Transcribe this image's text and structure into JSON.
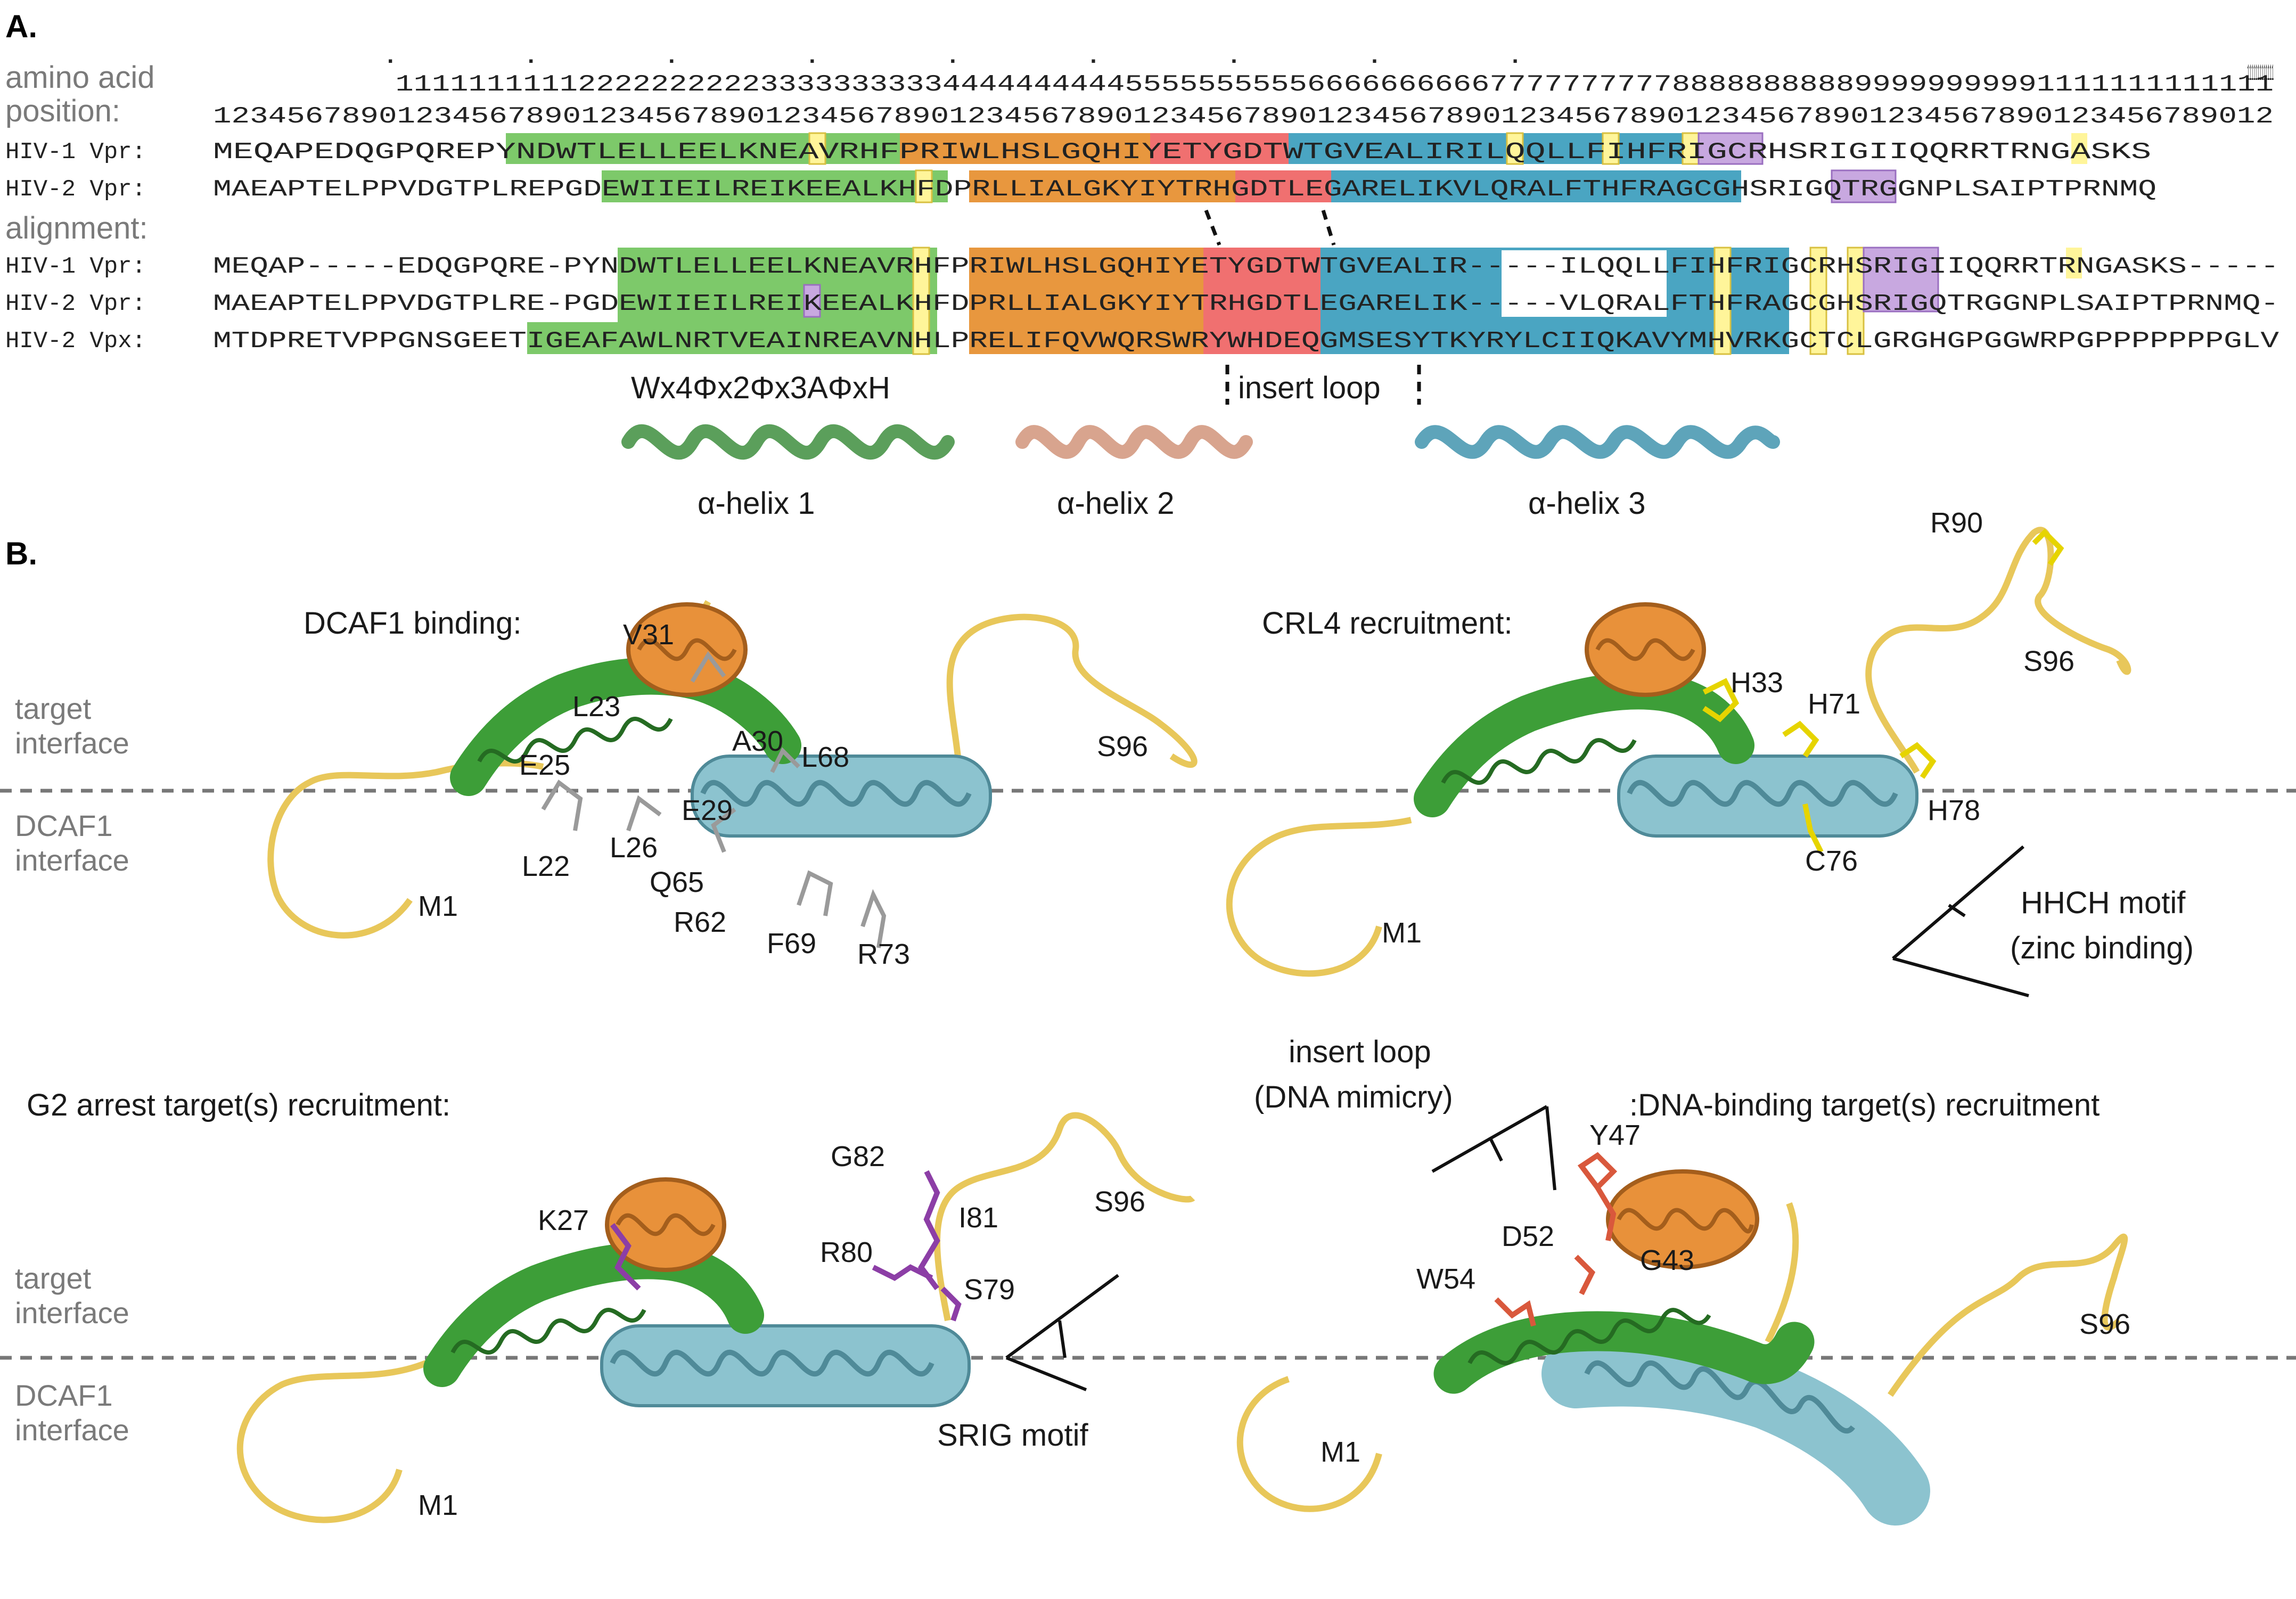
{
  "panel_a": {
    "label": "A.",
    "position_title_1": "amino acid",
    "position_title_2": "position:",
    "position_line_top": ".         .         .         .         .         .         .         .         .",
    "position_line_1": "          1111111111222222222233333333334444444444555555555566666666667777777777888888888899999999991111111111111",
    "position_line_2": "1234567890123456789012345678901234567890123456789012345678901234567890123456789012345678901234567890123456789012",
    "position_line_0": "                                                                                                    1111111111111",
    "sequences_top": [
      {
        "name": "HIV-1 Vpr:",
        "seq": "MEQAPEDQGPQREPYNDWTLELLEELKNEAVRHFPRIWLHSLGQHIYETYGDTWTGVEALIRILQQLLFIHFRIGCRHSRIGIIQQRRTRNGASKS"
      },
      {
        "name": "HIV-2 Vpr:",
        "seq": "MAEAPTELPPVDGTPLREPGDEWIIEILREIKEEALKHFDPRLLIALGKYIYTRHGDTLEGARELIKVLQRALFTHFRAGCGHSRIGQTRGGNPLSAIPTPRNMQ"
      }
    ],
    "alignment_title": "alignment:",
    "sequences_aligned": [
      {
        "name": "HIV-1 Vpr:",
        "seq": "MEQAP-----EDQGPQRE-PYNDWTLELLEELKNEAVRHFPRIWLHSLGQHIYETYGDTWTGVEALIR-----ILQQLLFIHFRIGCRHSRIGIIQQRRTRNGASKS-----"
      },
      {
        "name": "HIV-2 Vpr:",
        "seq": "MAEAPTELPPVDGTPLRE-PGDEWIIEILREIKEEALKHFDPRLLIALGKYIYTRHGDTLEGARELIK-----VLQRALFTHFRAGCGHSRIGQTRGGNPLSAIPTPRNMQ-"
      },
      {
        "name": "HIV-2 Vpx:",
        "seq": "MTDPRETVPPGNSGEETIGEAFAWLNRTVEAINREAVNHLPRELIFQVWQRSWRYWHDEQGMSESYTKYRYLCIIQKAVYMHVRKGCTCLGRGHGPGGWRPGPPPPPPPGLV"
      }
    ],
    "motif_label": "Wx4Φx2Φx3AΦxH",
    "insert_loop_label": "insert loop",
    "helix_labels": [
      "α-helix 1",
      "α-helix 2",
      "α-helix 3"
    ]
  },
  "colors": {
    "helix1": "#7dc96a",
    "helix2": "#e8973e",
    "helix3": "#4aa5c2",
    "insert": "#f07070",
    "zinc_box": "#fff59a",
    "srig_box": "#c8a8e0",
    "bold_gray": "#a9a9a9",
    "cartoon_green": "#3d9e38",
    "cartoon_blue": "#8cc3cf",
    "cartoon_orange": "#e8913a",
    "loop_yellow": "#e8c75a"
  },
  "panel_b": {
    "label": "B.",
    "interface_target": [
      "target",
      "interface"
    ],
    "interface_dcaf1": [
      "DCAF1",
      "interface"
    ],
    "quadrants": [
      {
        "title": "DCAF1 binding:",
        "residues": [
          "V31",
          "L23",
          "E25",
          "A30",
          "L68",
          "E29",
          "L26",
          "Q65",
          "L22",
          "R62",
          "F69",
          "R73",
          "M1",
          "S96"
        ]
      },
      {
        "title": "CRL4 recruitment:",
        "residues": [
          "R90",
          "S96",
          "H33",
          "H71",
          "H78",
          "C76",
          "M1"
        ],
        "motif": [
          "HHCH motif",
          "(zinc binding)"
        ]
      },
      {
        "title": "G2 arrest target(s) recruitment:",
        "residues": [
          "G82",
          "I81",
          "K27",
          "R80",
          "S79",
          "S96",
          "M1"
        ],
        "motif": [
          "SRIG motif"
        ]
      },
      {
        "title": ":DNA-binding target(s) recruitment",
        "residues": [
          "Y47",
          "D52",
          "G43",
          "W54",
          "S96",
          "M1"
        ],
        "motif": [
          "insert loop",
          "(DNA mimicry)"
        ]
      }
    ]
  }
}
